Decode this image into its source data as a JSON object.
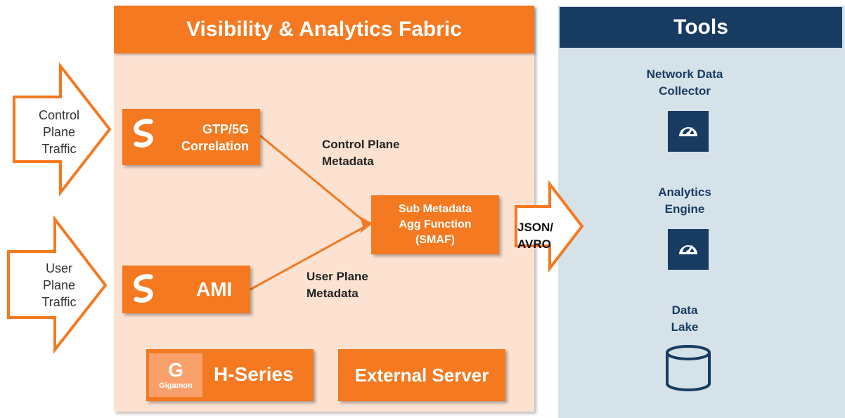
{
  "fabric": {
    "title": "Visibility & Analytics Fabric",
    "gtp_label": "GTP/5G\nCorrelation",
    "ami_label": "AMI",
    "smaf_label": "Sub Metadata\nAgg Function\n(SMAF)",
    "control_meta_label": "Control Plane\nMetadata",
    "user_meta_label": "User Plane\nMetadata",
    "hseries_label": "H-Series",
    "hseries_logo_text": "Gigamon",
    "external_label": "External Server"
  },
  "inputs": {
    "control_label": "Control\nPlane\nTraffic",
    "user_label": "User\nPlane\nTraffic"
  },
  "output": {
    "format_label": "JSON/\nAVRO"
  },
  "tools": {
    "title": "Tools",
    "items": [
      {
        "label": "Network Data\nCollector",
        "icon": "gauge-icon"
      },
      {
        "label": "Analytics\nEngine",
        "icon": "gauge-icon"
      },
      {
        "label": "Data\nLake",
        "icon": "database-icon"
      }
    ]
  },
  "colors": {
    "orange": "#f47920",
    "peach": "#fde2d2",
    "navy": "#183b62",
    "tools_bg": "#d6e2ea"
  }
}
